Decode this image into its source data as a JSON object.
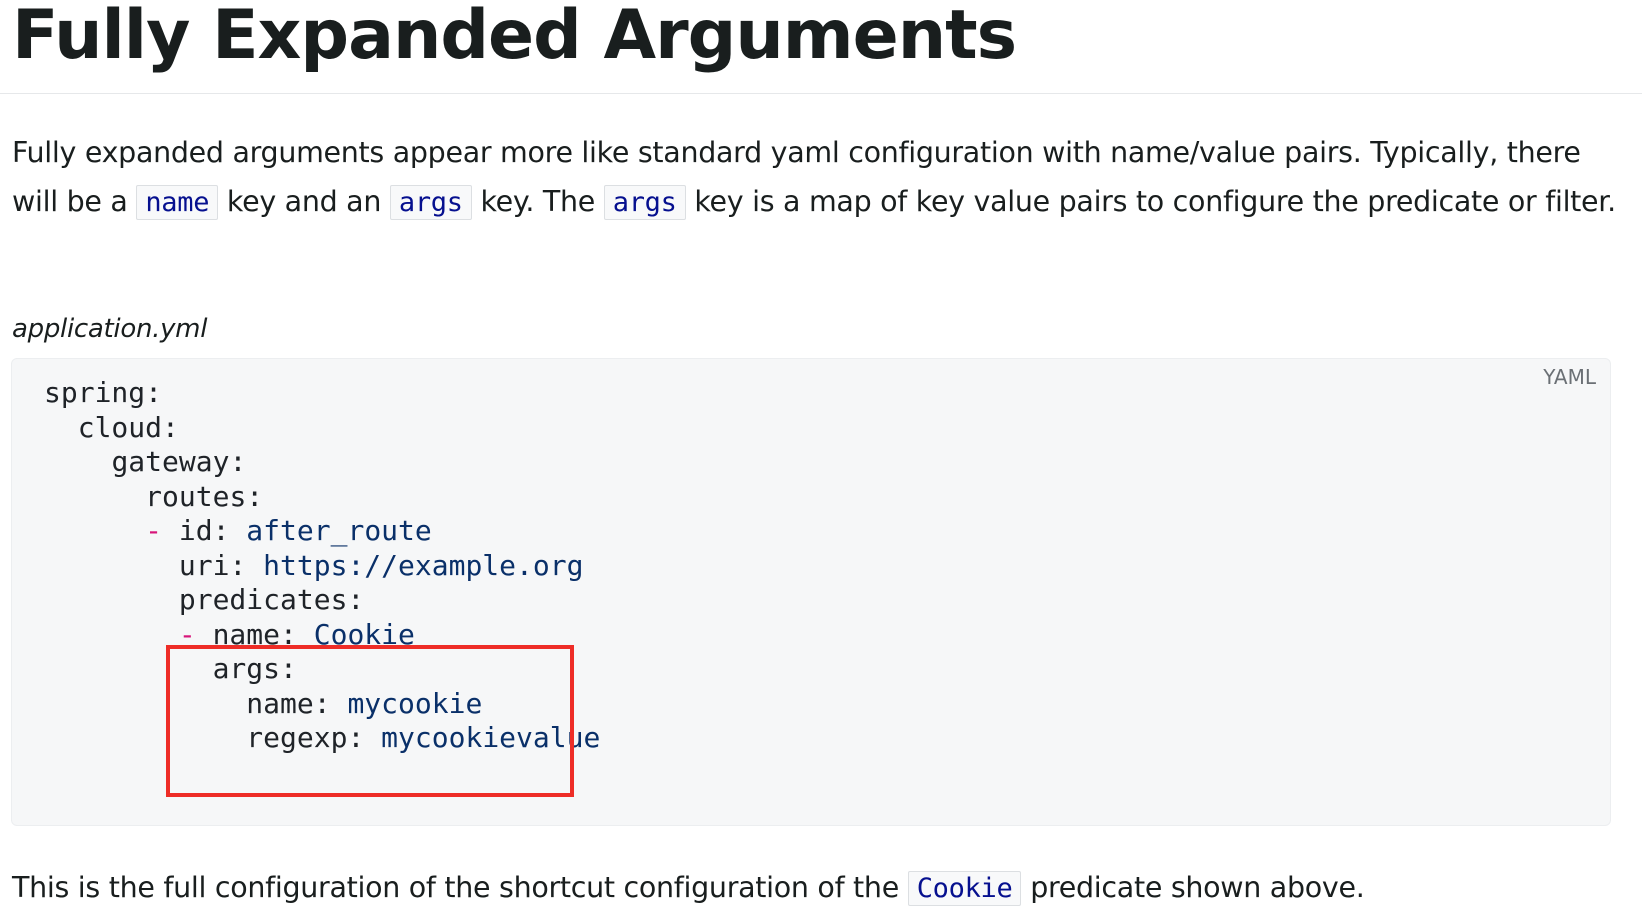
{
  "title": "Fully Expanded Arguments",
  "intro": {
    "t1": "Fully expanded arguments appear more like standard yaml configuration with name/value pairs. Typically, there will be a ",
    "code1": "name",
    "t2": " key and an ",
    "code2": "args",
    "t3": " key. The ",
    "code3": "args",
    "t4": " key is a map of key value pairs to configure the predicate or filter."
  },
  "caption": "application.yml",
  "code_block": {
    "language": "YAML",
    "lines": [
      {
        "indent": "",
        "dash": "",
        "key": "spring:",
        "value": ""
      },
      {
        "indent": "  ",
        "dash": "",
        "key": "cloud:",
        "value": ""
      },
      {
        "indent": "    ",
        "dash": "",
        "key": "gateway:",
        "value": ""
      },
      {
        "indent": "      ",
        "dash": "",
        "key": "routes:",
        "value": ""
      },
      {
        "indent": "      ",
        "dash": "- ",
        "key": "id:",
        "value": " after_route"
      },
      {
        "indent": "        ",
        "dash": "",
        "key": "uri:",
        "value": " https://example.org"
      },
      {
        "indent": "        ",
        "dash": "",
        "key": "predicates:",
        "value": ""
      },
      {
        "indent": "        ",
        "dash": "- ",
        "key": "name:",
        "value": " Cookie"
      },
      {
        "indent": "          ",
        "dash": "",
        "key": "args:",
        "value": ""
      },
      {
        "indent": "            ",
        "dash": "",
        "key": "name:",
        "value": " mycookie"
      },
      {
        "indent": "            ",
        "dash": "",
        "key": "regexp:",
        "value": " mycookievalue"
      }
    ],
    "highlight_color": "#ee2d27"
  },
  "outro": {
    "t1": "This is the full configuration of the shortcut configuration of the ",
    "code1": "Cookie",
    "t2": " predicate shown above."
  },
  "colors": {
    "inline_code_text": "#06108f",
    "yaml_value": "#0a3069",
    "yaml_dash": "#d7157a"
  }
}
